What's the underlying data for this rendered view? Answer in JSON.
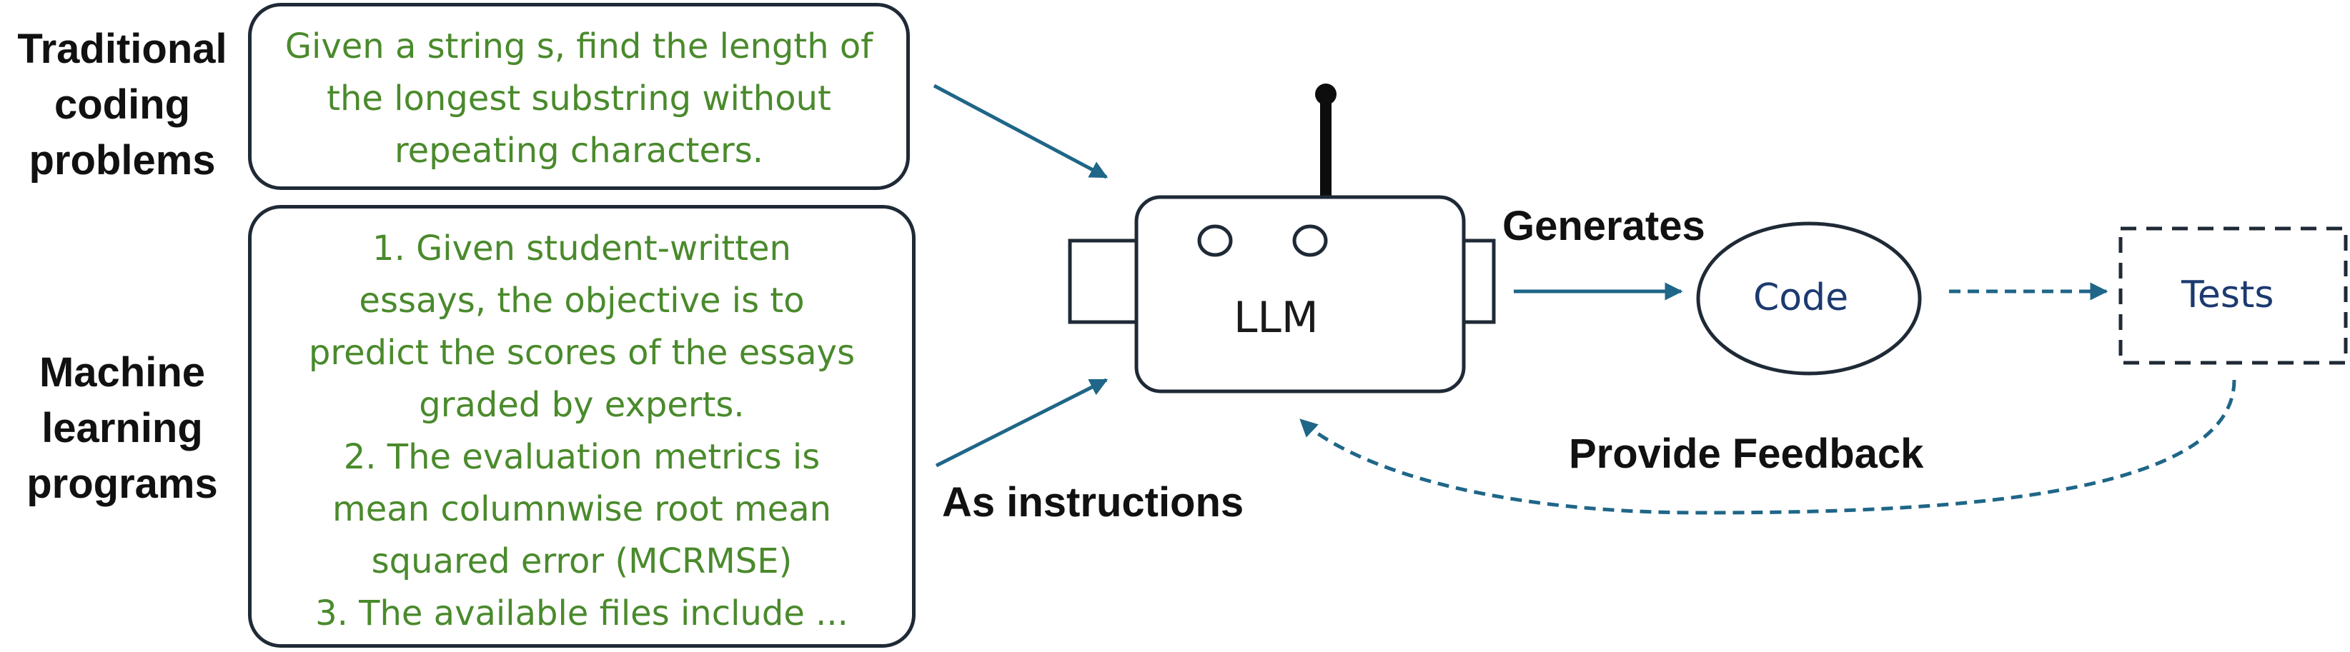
{
  "inputs": {
    "traditional": {
      "label_lines": [
        "Traditional",
        "coding",
        "problems"
      ],
      "prompt": "Given a string s, find the length of the longest substring without repeating characters."
    },
    "ml": {
      "label_lines": [
        "Machine",
        "learning",
        "programs"
      ],
      "prompt_lines": [
        "1. Given student-written",
        "essays, the objective is to",
        "predict the scores of the essays",
        "graded by experts.",
        "2. The evaluation metrics is",
        "mean columnwise root mean",
        "squared error (MCRMSE)",
        "3. The available files include ..."
      ]
    }
  },
  "edges": {
    "as_instructions": "As instructions",
    "generates": "Generates",
    "provide_feedback": "Provide Feedback"
  },
  "nodes": {
    "llm": "LLM",
    "code": "Code",
    "tests": "Tests"
  },
  "colors": {
    "arrow": "#1f6688",
    "prompt_text": "#4a8a2c",
    "node_text": "#1c3a70",
    "outline": "#1f2a36"
  }
}
